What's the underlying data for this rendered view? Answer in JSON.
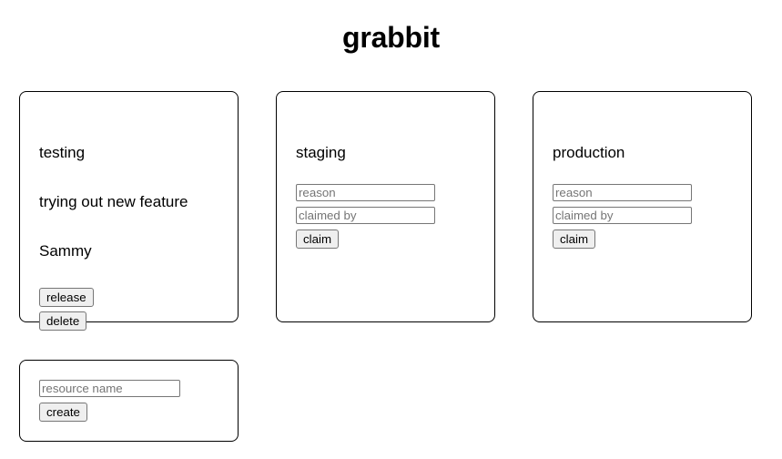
{
  "app": {
    "title": "grabbit"
  },
  "resources": [
    {
      "name": "testing",
      "claimed": true,
      "reason": "trying out new feature",
      "claimed_by": "Sammy",
      "actions": [
        {
          "label": "release",
          "icon": "release-icon"
        },
        {
          "label": "delete",
          "icon": "delete-icon"
        }
      ]
    },
    {
      "name": "staging",
      "claimed": false,
      "reason_placeholder": "reason",
      "claimed_by_placeholder": "claimed by",
      "reason_value": "",
      "claimed_by_value": "",
      "claim_label": "claim"
    },
    {
      "name": "production",
      "claimed": false,
      "reason_placeholder": "reason",
      "claimed_by_placeholder": "claimed by",
      "reason_value": "",
      "claimed_by_value": "",
      "claim_label": "claim"
    }
  ],
  "create_form": {
    "resource_name_placeholder": "resource name",
    "resource_name_value": "",
    "create_label": "create"
  },
  "colors": {
    "card_border": "#000000",
    "button_bg": "#efefef",
    "button_border": "#767676",
    "input_border": "#767676",
    "placeholder_text": "#757575",
    "text": "#000000",
    "page_bg": "#ffffff"
  }
}
